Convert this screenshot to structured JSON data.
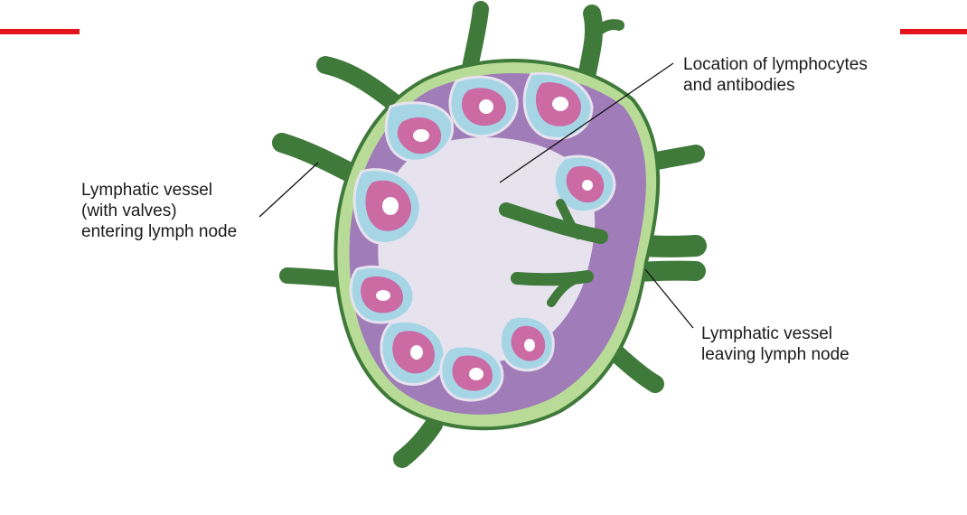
{
  "colors": {
    "accent": "#e3141b",
    "vessel_dark": "#3f7a3a",
    "vessel_light": "#a9d18a",
    "capsule": "#b8dc98",
    "cortex": "#a07cb8",
    "sinus": "#a6d6e6",
    "medulla": "#e6e3ee",
    "follicle": "#cc6aa4",
    "follicle_center": "#ffffff",
    "leader_line": "#111111"
  },
  "labels": {
    "entering": [
      "Lymphatic vessel",
      "(with valves)",
      "entering lymph node"
    ],
    "location": [
      "Location of lymphocytes",
      "and antibodies"
    ],
    "leaving": [
      "Lymphatic vessel",
      "leaving lymph node"
    ]
  }
}
